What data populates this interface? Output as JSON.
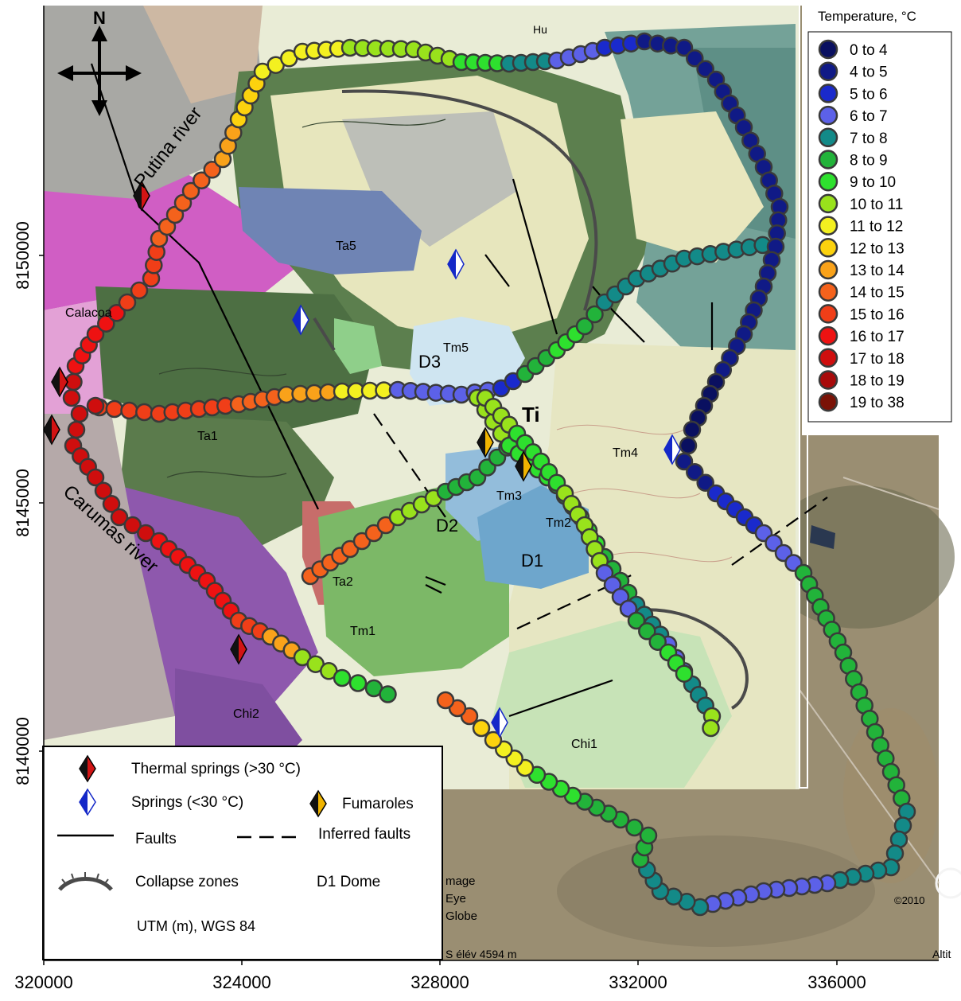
{
  "temperature_legend": {
    "title": "Temperature, °C",
    "word_to": "to",
    "classes": [
      {
        "lo": "0",
        "hi": "4",
        "color": "#0a1060"
      },
      {
        "lo": "4",
        "hi": "5",
        "color": "#101a86"
      },
      {
        "lo": "5",
        "hi": "6",
        "color": "#1a2acc"
      },
      {
        "lo": "6",
        "hi": "7",
        "color": "#5c61e8"
      },
      {
        "lo": "7",
        "hi": "8",
        "color": "#138a88"
      },
      {
        "lo": "8",
        "hi": "9",
        "color": "#22b33a"
      },
      {
        "lo": "9",
        "hi": "10",
        "color": "#2ee02e"
      },
      {
        "lo": "10",
        "hi": "11",
        "color": "#99e21c"
      },
      {
        "lo": "11",
        "hi": "12",
        "color": "#f3f020"
      },
      {
        "lo": "12",
        "hi": "13",
        "color": "#fcd20e"
      },
      {
        "lo": "13",
        "hi": "14",
        "color": "#f9a21a"
      },
      {
        "lo": "14",
        "hi": "15",
        "color": "#f4621c"
      },
      {
        "lo": "15",
        "hi": "16",
        "color": "#f03e18"
      },
      {
        "lo": "16",
        "hi": "17",
        "color": "#ee1212"
      },
      {
        "lo": "17",
        "hi": "18",
        "color": "#cf0e0e"
      },
      {
        "lo": "18",
        "hi": "19",
        "color": "#a80a0a"
      },
      {
        "lo": "19",
        "hi": "38",
        "color": "#7a1206"
      }
    ]
  },
  "symbol_legend": {
    "thermal_springs": "Thermal springs (>30 °C)",
    "springs": "Springs (<30 °C)",
    "fumaroles": "Fumaroles",
    "faults": "Faults",
    "inferred_faults": "Inferred faults",
    "collapse_zones": "Collapse zones",
    "dome": "D1 Dome",
    "projection": "UTM (m), WGS 84"
  },
  "axes": {
    "x_ticks": [
      "320000",
      "324000",
      "328000",
      "332000",
      "336000"
    ],
    "y_ticks": [
      "8140000",
      "8145000",
      "8150000"
    ]
  },
  "labels": {
    "north": "N",
    "putina": "Putina river",
    "carumas": "Carumas river",
    "calacoa": "Calacoa",
    "ti": "Ti",
    "hu": "Hu",
    "ta5": "Ta5",
    "ta1": "Ta1",
    "ta2": "Ta2",
    "tm1": "Tm1",
    "tm2": "Tm2",
    "tm3": "Tm3",
    "tm4": "Tm4",
    "tm5": "Tm5",
    "d1": "D1",
    "d2": "D2",
    "d3": "D3",
    "chi1": "Chi1",
    "chi2": "Chi2",
    "imagery": "mage",
    "imagery2": "Eye",
    "imagery3": "Globe",
    "elev": "S  élév 4594 m",
    "altit": "Altit",
    "copyright": "©2010"
  },
  "colors": {
    "frame": "#000000",
    "marker_outline": "#3a3a3a",
    "thermal_spring": "#d21414",
    "cold_spring": "#1428c8",
    "fumarole": "#f0b400"
  }
}
